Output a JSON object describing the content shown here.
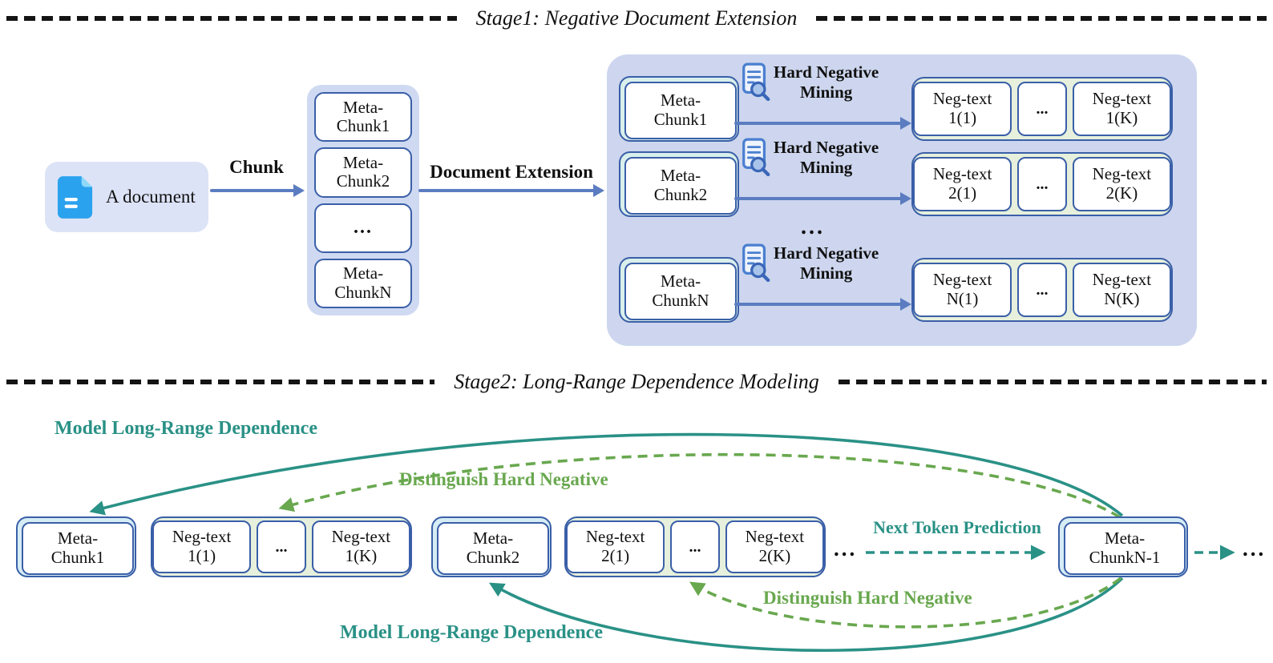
{
  "stage1": {
    "title": "Stage1: Negative Document Extension",
    "document_label": "A document",
    "chunk_arrow": "Chunk",
    "extension_arrow": "Document Extension",
    "stack": [
      {
        "l1": "Meta-",
        "l2": "Chunk1"
      },
      {
        "l1": "Meta-",
        "l2": "Chunk2"
      },
      {
        "l1": "..."
      },
      {
        "l1": "Meta-",
        "l2": "ChunkN"
      }
    ],
    "panel": {
      "ellipsis": "...",
      "rows": [
        {
          "meta": {
            "l1": "Meta-",
            "l2": "Chunk1"
          },
          "mining": {
            "l1": "Hard Negative",
            "l2": "Mining"
          },
          "neg_first": {
            "l1": "Neg-text",
            "l2": "1(1)"
          },
          "dots": "...",
          "neg_last": {
            "l1": "Neg-text",
            "l2": "1(K)"
          }
        },
        {
          "meta": {
            "l1": "Meta-",
            "l2": "Chunk2"
          },
          "mining": {
            "l1": "Hard Negative",
            "l2": "Mining"
          },
          "neg_first": {
            "l1": "Neg-text",
            "l2": "2(1)"
          },
          "dots": "...",
          "neg_last": {
            "l1": "Neg-text",
            "l2": "2(K)"
          }
        },
        {
          "meta": {
            "l1": "Meta-",
            "l2": "ChunkN"
          },
          "mining": {
            "l1": "Hard Negative",
            "l2": "Mining"
          },
          "neg_first": {
            "l1": "Neg-text",
            "l2": "N(1)"
          },
          "dots": "...",
          "neg_last": {
            "l1": "Neg-text",
            "l2": "N(K)"
          }
        }
      ]
    }
  },
  "stage2": {
    "title": "Stage2: Long-Range Dependence Modeling",
    "model_dependence_top": "Model Long-Range Dependence",
    "distinguish_top": "Distinguish Hard Negative",
    "next_token": "Next Token Prediction",
    "distinguish_bottom": "Distinguish Hard Negative",
    "model_dependence_bottom": "Model Long-Range Dependence",
    "mid_ellipsis": "...",
    "end_ellipsis": "...",
    "meta_chunk1": {
      "l1": "Meta-",
      "l2": "Chunk1"
    },
    "meta_chunk2": {
      "l1": "Meta-",
      "l2": "Chunk2"
    },
    "meta_chunkn1": {
      "l1": "Meta-",
      "l2": "ChunkN-1"
    },
    "neg_group1": {
      "first": {
        "l1": "Neg-text",
        "l2": "1(1)"
      },
      "dots": "...",
      "last": {
        "l1": "Neg-text",
        "l2": "1(K)"
      }
    },
    "neg_group2": {
      "first": {
        "l1": "Neg-text",
        "l2": "2(1)"
      },
      "dots": "...",
      "last": {
        "l1": "Neg-text",
        "l2": "2(K)"
      }
    }
  },
  "icons": {
    "document": "document-icon",
    "mining": "doc-magnifier-icon"
  },
  "colors": {
    "teal": "#2a9186",
    "green": "#69a84f",
    "arrow_blue": "#5b7cc0",
    "border_blue": "#3a5fa8",
    "panel_bg": "#cdd6ee",
    "stack_bg": "#cfdaf2",
    "doc_pill_bg": "#dce3f6",
    "mint_fill": "#d9efec",
    "cyan_fill": "#d6edf5",
    "neg_fill": "#e6f0dc",
    "divider": "#141414"
  }
}
